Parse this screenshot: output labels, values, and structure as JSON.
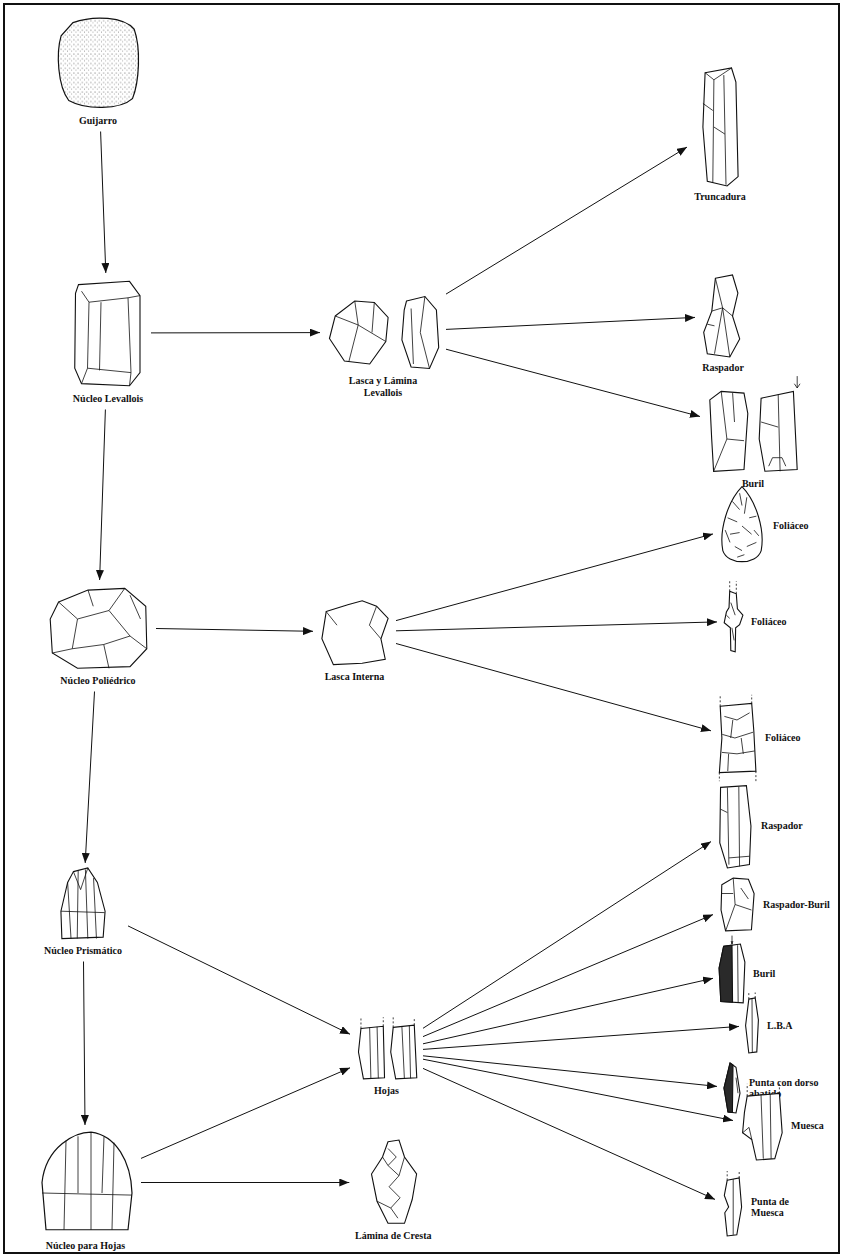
{
  "diagram": {
    "nodes": [
      {
        "text": [
          "Guijarro"
        ]
      },
      {
        "text": [
          "Núcleo Levallois"
        ]
      },
      {
        "text": [
          "Lasca y Lámina Levallois"
        ]
      },
      {
        "text": [
          "Truncadura"
        ]
      },
      {
        "text": [
          "Raspador"
        ]
      },
      {
        "text": [
          "Buril"
        ]
      },
      {
        "text": [
          "Foliáceo"
        ]
      },
      {
        "text": [
          "Foliáceo"
        ]
      },
      {
        "text": [
          "Núcleo Poliédrico"
        ]
      },
      {
        "text": [
          "Lasca Interna"
        ]
      },
      {
        "text": [
          "Foliáceo"
        ]
      },
      {
        "text": [
          "Raspador"
        ]
      },
      {
        "text": [
          "Raspador-Buril"
        ]
      },
      {
        "text": [
          "Núcleo Prismático"
        ]
      },
      {
        "text": [
          "Buril"
        ]
      },
      {
        "text": [
          "L.B.A"
        ]
      },
      {
        "text": [
          "Hojas"
        ]
      },
      {
        "text": [
          "Punta con dorso abatido"
        ]
      },
      {
        "text": [
          "Muesca"
        ]
      },
      {
        "text": [
          "Núcleo para Hojas"
        ]
      },
      {
        "text": [
          "Punta de Muesca"
        ]
      },
      {
        "text": [
          "Lámina de Cresta"
        ]
      }
    ],
    "edges": [
      {
        "from": 0,
        "to": 1,
        "arrow": "to"
      },
      {
        "from": 1,
        "to": 2,
        "arrow": "to"
      },
      {
        "from": 2,
        "to": 3,
        "arrow": "to"
      },
      {
        "from": 2,
        "to": 4,
        "arrow": "to"
      },
      {
        "from": 2,
        "to": 5,
        "arrow": "to"
      },
      {
        "from": 1,
        "to": 8,
        "arrow": "to"
      },
      {
        "from": 8,
        "to": 9,
        "arrow": "to"
      },
      {
        "from": 9,
        "to": 6,
        "arrow": "to"
      },
      {
        "from": 9,
        "to": 7,
        "arrow": "to"
      },
      {
        "from": 9,
        "to": 10,
        "arrow": "to"
      },
      {
        "from": 8,
        "to": 13,
        "arrow": "to"
      },
      {
        "from": 13,
        "to": 16,
        "arrow": "to"
      },
      {
        "from": 13,
        "to": 19,
        "arrow": "to"
      },
      {
        "from": 19,
        "to": 16,
        "arrow": "to"
      },
      {
        "from": 19,
        "to": 21,
        "arrow": "to"
      },
      {
        "from": 16,
        "to": 11,
        "arrow": "to"
      },
      {
        "from": 16,
        "to": 12,
        "arrow": "to"
      },
      {
        "from": 16,
        "to": 14,
        "arrow": "to"
      },
      {
        "from": 16,
        "to": 15,
        "arrow": "to"
      },
      {
        "from": 16,
        "to": 17,
        "arrow": "to"
      },
      {
        "from": 16,
        "to": 18,
        "arrow": "to"
      },
      {
        "from": 16,
        "to": 20,
        "arrow": "to"
      }
    ]
  }
}
